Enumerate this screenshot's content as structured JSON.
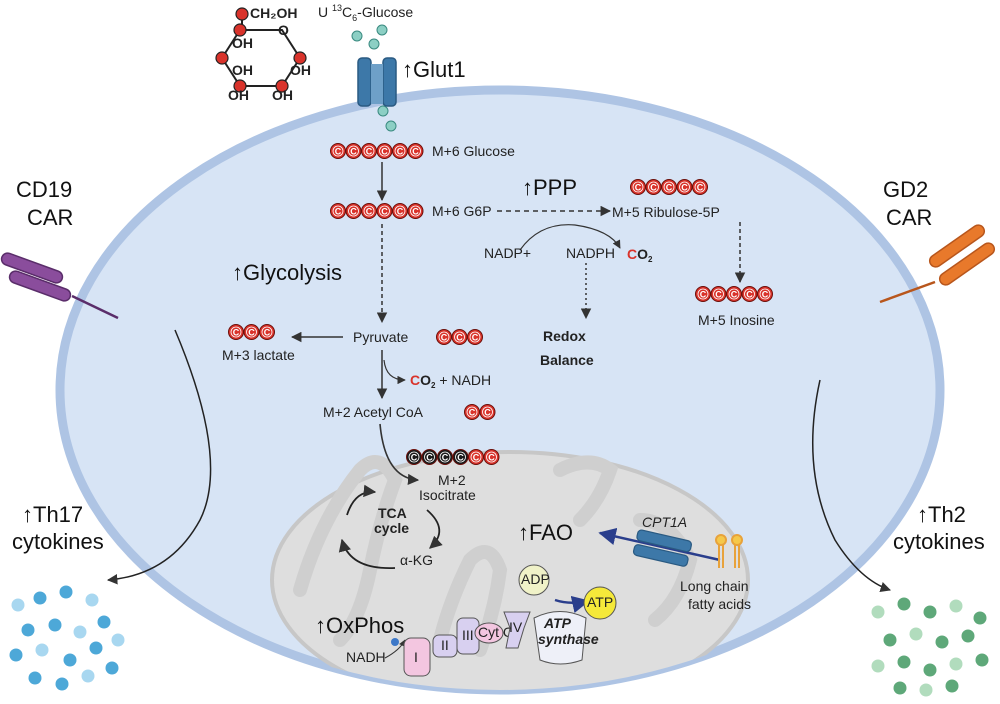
{
  "input": {
    "tracer_prefix": "U ",
    "tracer_isotope_mass": "13",
    "tracer_isotope": "C",
    "tracer_count": "6",
    "tracer_suffix": "-Glucose",
    "transporter": "↑Glut1",
    "ring_ch2oh": "CH₂OH",
    "ring_o": "O",
    "ring_oh": "OH"
  },
  "atom_label": "C",
  "cell_surface": {
    "left_receptor_line1": "CD19",
    "left_receptor_line2": "CAR",
    "right_receptor_line1": "GD2",
    "right_receptor_line2": "CAR",
    "left_cytokines_line1": "↑Th17",
    "left_cytokines_line2": "cytokines",
    "right_cytokines_line1": "↑Th2",
    "right_cytokines_line2": "cytokines"
  },
  "glycolysis": {
    "glucose": "M+6 Glucose",
    "g6p": "M+6 G6P",
    "label": "↑Glycolysis",
    "pyruvate": "Pyruvate",
    "lactate": "M+3 lactate",
    "co2_c": "C",
    "co2_rest": "O",
    "co2_sub": "2",
    "nadh_part": " + NADH",
    "acetyl_coa": "M+2 Acetyl CoA"
  },
  "ppp": {
    "label": "↑PPP",
    "ribulose": "M+5 Ribulose-5P",
    "nadp": "NADP+",
    "nadph": "NADPH",
    "co2_c": "C",
    "co2_rest": "O",
    "co2_sub": "2",
    "redox_line1": "Redox",
    "redox_line2": "Balance",
    "inosine": "M+5 Inosine"
  },
  "tca": {
    "isocitrate_line1": "M+2",
    "isocitrate_line2": "Isocitrate",
    "cycle_line1": "TCA",
    "cycle_line2": "cycle",
    "akg": "α-KG"
  },
  "fao": {
    "label": "↑FAO",
    "cpt1a": "CPT1A",
    "lcfa_line1": "Long chain",
    "lcfa_line2": "fatty acids"
  },
  "oxphos": {
    "label": "↑OxPhos",
    "nadh": "NADH",
    "complex1": "I",
    "complex2": "II",
    "complex3": "III",
    "cytc": "Cyt C",
    "complex4": "IV",
    "atp_synthase_line1": "ATP",
    "atp_synthase_line2": "synthase",
    "adp": "ADP",
    "atp": "ATP"
  },
  "colors": {
    "carbon_labeled": "#d9332b",
    "carbon_unlabeled": "#1a1a1a",
    "cell_fill": "#d7e4f5",
    "cell_border": "#aec4e4",
    "mito_fill": "#dedede",
    "transporter": "#3d78a8",
    "cd19_car": "#8a4d9c",
    "gd2_car": "#e8792b",
    "tracer": "#8ccfc4",
    "th17_dots": "#3a9fd4",
    "th2_dots": "#4c9e6a",
    "atp": "#f5e93a"
  }
}
